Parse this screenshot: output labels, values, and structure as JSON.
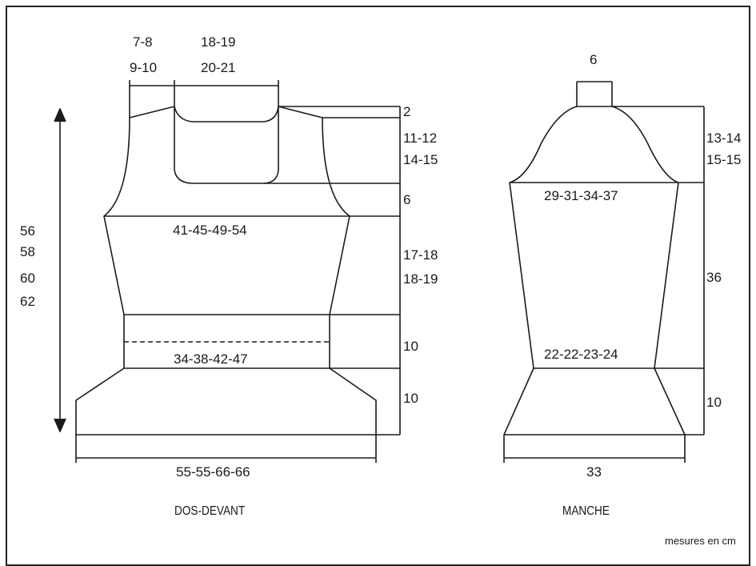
{
  "colors": {
    "line": "#1a1a1a",
    "background": "#ffffff"
  },
  "front_back": {
    "caption": "DOS-DEVANT",
    "shoulder_width_line1": "7-8",
    "shoulder_width_line2": "9-10",
    "neck_width_line1": "18-19",
    "neck_width_line2": "20-21",
    "shoulder_slope": "2",
    "neck_depth_line1": "11-12",
    "neck_depth_line2": "14-15",
    "armhole_shaping": "6",
    "chest_width": "41-45-49-54",
    "body_height_line1": "17-18",
    "body_height_line2": "18-19",
    "waist_width": "34-38-42-47",
    "waist_band_height": "10",
    "hip_band_height": "10",
    "bottom_width": "55-55-66-66",
    "total_height_1": "56",
    "total_height_2": "58",
    "total_height_3": "60",
    "total_height_4": "62"
  },
  "sleeve": {
    "caption": "MANCHE",
    "top_width": "6",
    "cap_height_line1": "13-14",
    "cap_height_line2": "15-15",
    "upper_width": "29-31-34-37",
    "body_length": "36",
    "lower_width": "22-22-23-24",
    "cuff_height": "10",
    "bottom_width": "33"
  },
  "units_note": "mesures en cm"
}
